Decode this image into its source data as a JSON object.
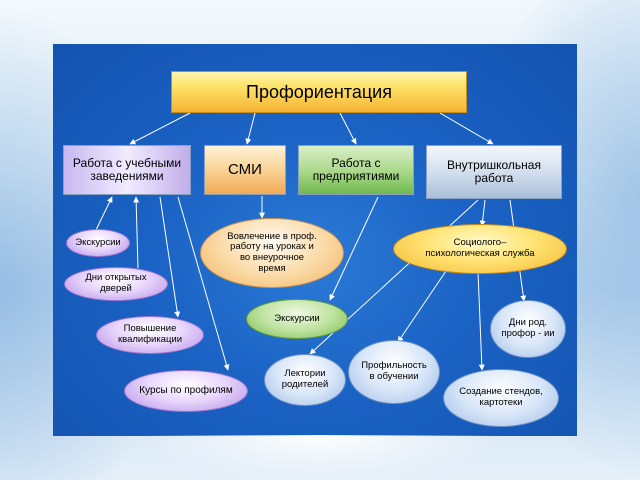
{
  "diagram": {
    "root": "Профориентация",
    "categories": [
      {
        "id": "b1",
        "label": "Работа с учебными заведениями"
      },
      {
        "id": "b2",
        "label": "СМИ"
      },
      {
        "id": "b3",
        "label": "Работа с предприятиями"
      },
      {
        "id": "b4",
        "label": "Внутришкольная работа"
      }
    ],
    "nodes": [
      {
        "id": "e1",
        "label": "Экскурсии"
      },
      {
        "id": "e2",
        "label": "Дни открытых дверей"
      },
      {
        "id": "e3",
        "label": "Повышение квалификации"
      },
      {
        "id": "e4",
        "label": "Курсы по профилям"
      },
      {
        "id": "e5",
        "label": "Вовлечение в проф. работу на уроках и во внеурочное время"
      },
      {
        "id": "e6",
        "label": "Экскурсии"
      },
      {
        "id": "e7",
        "label": "Социолого–психологическая служба"
      },
      {
        "id": "e8",
        "label": "Дни род. профор - ии"
      },
      {
        "id": "e9",
        "label": "Лектории родителей"
      },
      {
        "id": "e10",
        "label": "Профильность в обучении"
      },
      {
        "id": "e11",
        "label": "Создание стендов, картотеки"
      }
    ]
  },
  "colors": {
    "panel": "#1a62c4",
    "title": "#fde36a",
    "connector": "#ffffff"
  }
}
